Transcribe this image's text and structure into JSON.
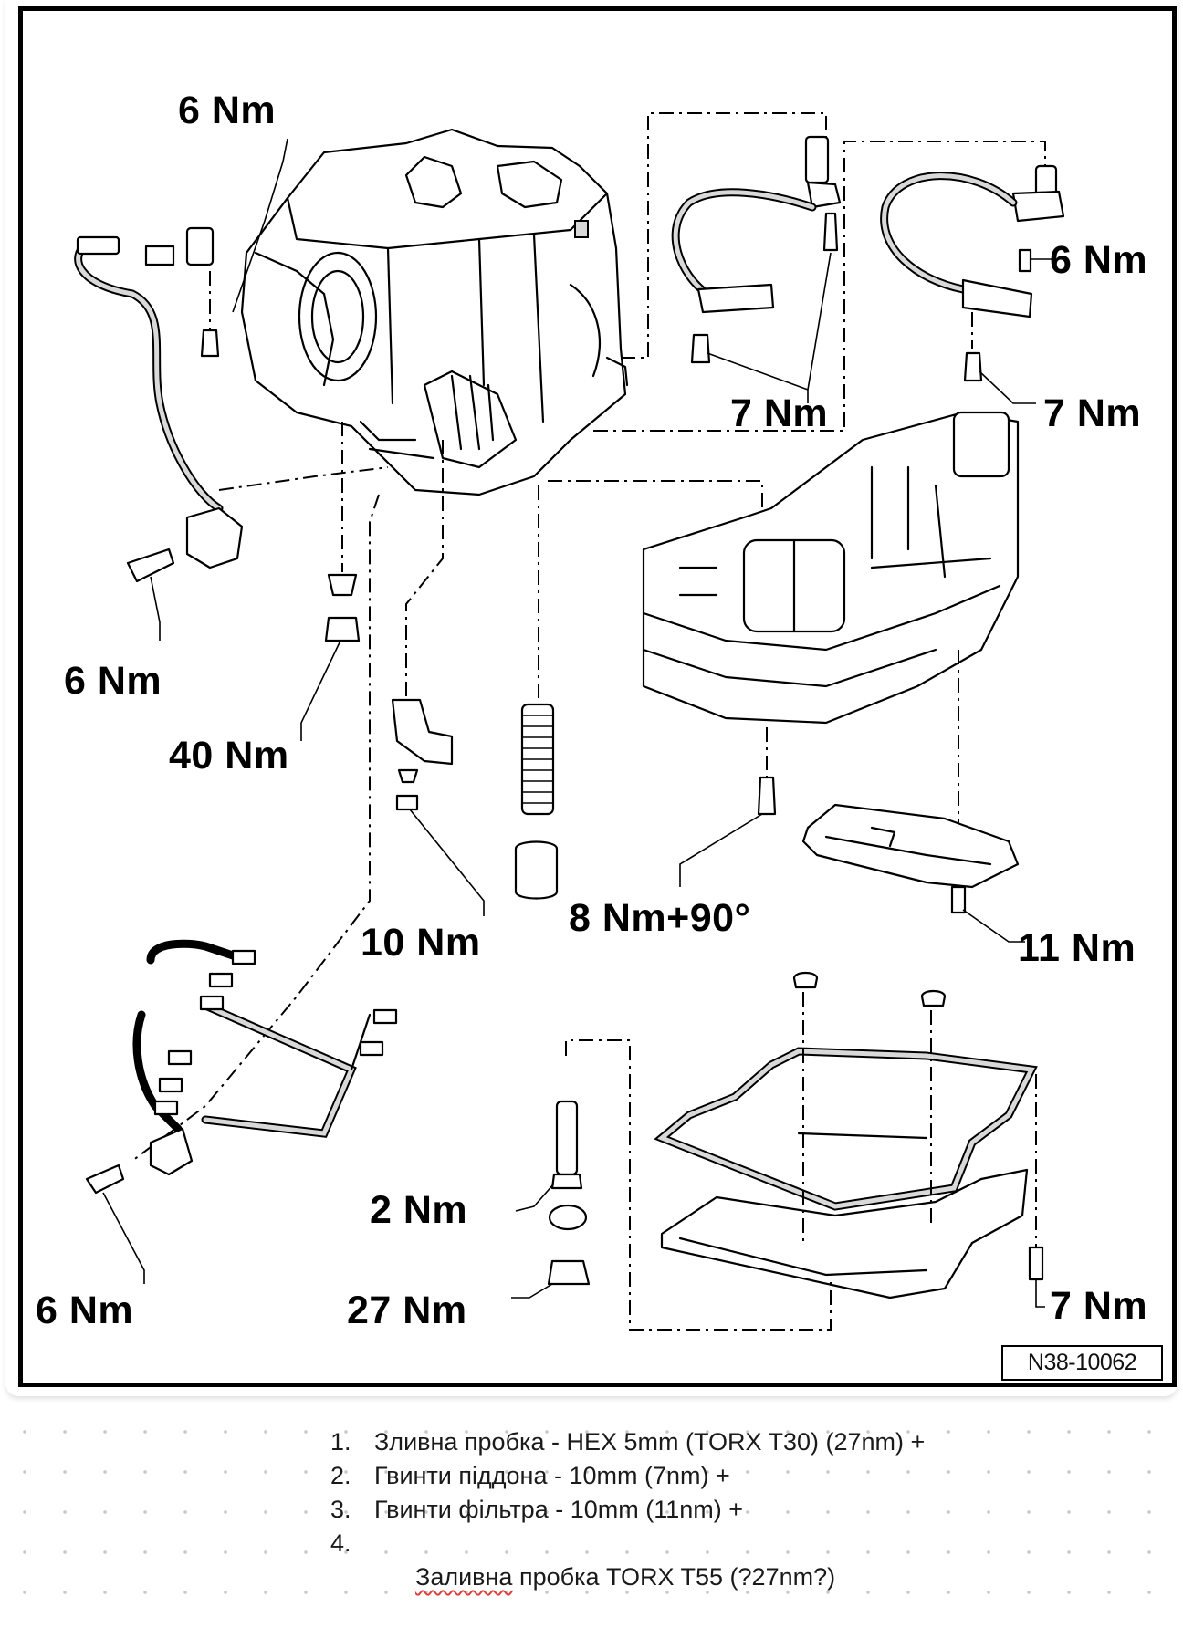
{
  "diagram": {
    "title": "Transmission exploded view with tightening torques",
    "reference_code": "N38-10062",
    "torque_labels": {
      "top_left_sensor_bolt": "6 Nm",
      "right_sensor_upper_bolt": "6 Nm",
      "middle_sensor_bolts": "7 Nm",
      "right_sensor_lower_bolt": "7 Nm",
      "left_connector_bolt": "6 Nm",
      "plug_40": "40 Nm",
      "bracket_nut": "10 Nm",
      "valve_body_bolt": "8 Nm+90°",
      "filter_bolt": "11 Nm",
      "overflow_tube": "2 Nm",
      "drain_plug": "27 Nm",
      "harness_bolt": "6 Nm",
      "oil_pan_bolt": "7 Nm"
    },
    "components": [
      "transmission-housing",
      "speed-sensor-cable-left",
      "speed-sensor-cable-middle",
      "speed-sensor-cable-right",
      "valve-body",
      "oil-filter",
      "oil-pan",
      "oil-pan-gasket",
      "wiring-harness",
      "spring-and-piston",
      "selector-bracket",
      "overflow-tube",
      "drain-plug"
    ]
  },
  "notes": {
    "items": [
      {
        "num": "1.",
        "text": "Зливна пробка - HEX 5mm (TORX T30) (27nm) +"
      },
      {
        "num": "2.",
        "text": "Гвинти піддона - 10mm (7nm) +"
      },
      {
        "num": "3.",
        "text": "Гвинти фільтра - 10mm (11nm) +"
      },
      {
        "num": "4.",
        "misspelled": "Заливна",
        "text": " пробка TORX T55 (?27nm?)"
      }
    ]
  }
}
